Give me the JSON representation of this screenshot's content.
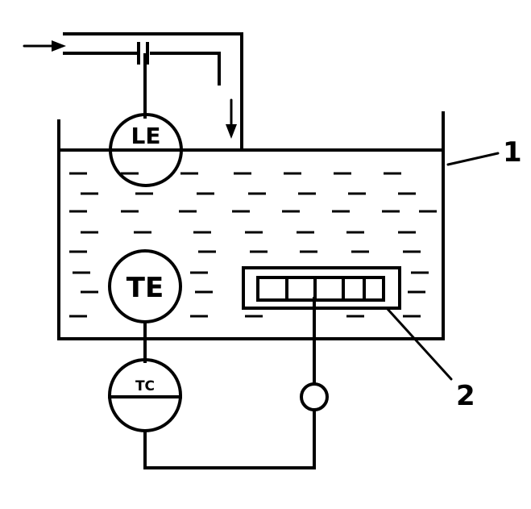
{
  "diagram": {
    "level_element": "LE",
    "temperature_element": "TE",
    "temperature_controller": "TC",
    "callout_tank": "1",
    "callout_heater": "2"
  }
}
